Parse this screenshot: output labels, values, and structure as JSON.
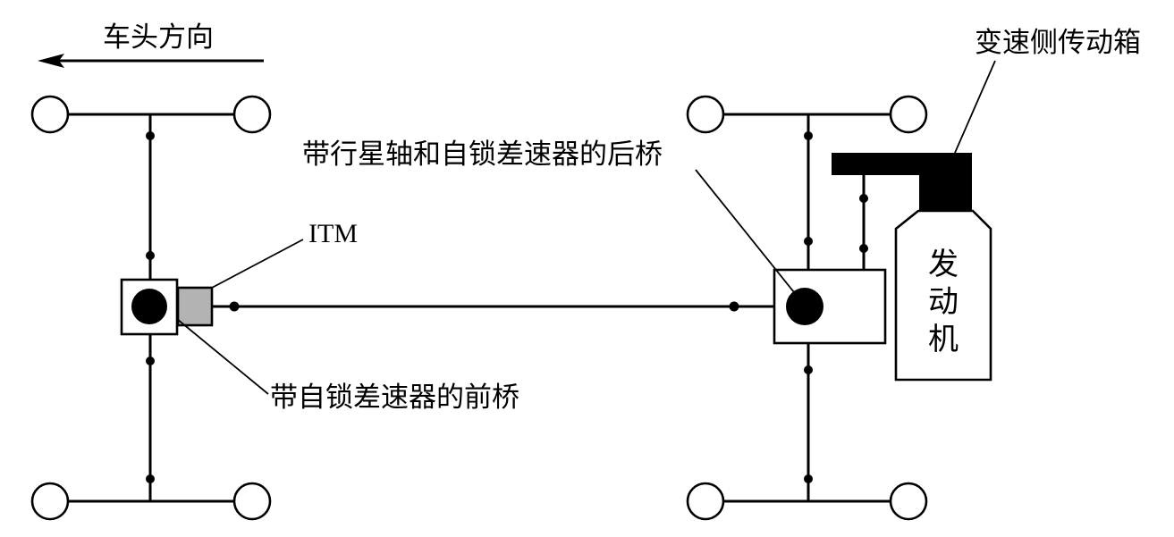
{
  "labels": {
    "direction": "车头方向",
    "transfer_case": "变速侧传动箱",
    "rear_axle": "带行星轴和自锁差速器的后桥",
    "itm": "ITM",
    "front_axle": "带自锁差速器的前桥",
    "engine": [
      "发",
      "动",
      "机"
    ]
  },
  "colors": {
    "line": "#000000",
    "itm_fill": "#b3b3b3",
    "transfer_case_fill": "#000000"
  },
  "icons": {
    "direction_arrow": "arrow-left-icon"
  }
}
